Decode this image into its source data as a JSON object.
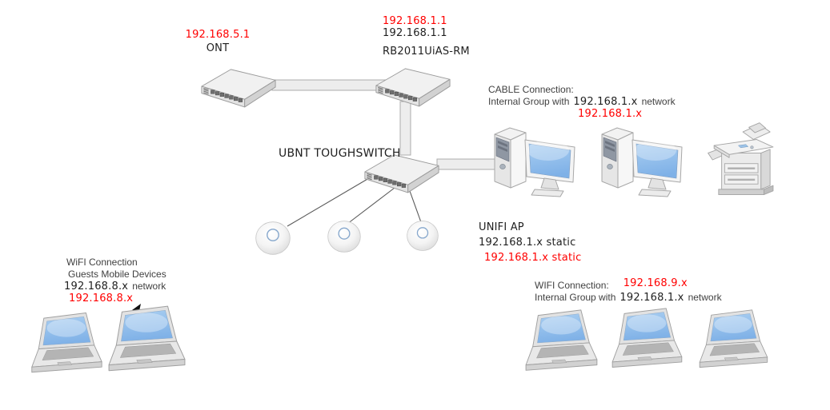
{
  "nodes": {
    "ont": {
      "ip_highlight": "192.168.5.1",
      "name": "ONT"
    },
    "router": {
      "ip_highlight": "192.168.1.1",
      "ip": "192.168.1.1",
      "name": "RB2011UiAS-RM"
    },
    "toughswitch": {
      "name": "UBNT TOUGHSWITCH"
    },
    "unifi_ap": {
      "name": "UNIFI AP",
      "ip": "192.168.1.x static",
      "ip_highlight": "192.168.1.x static"
    }
  },
  "annotations": {
    "cable_group": {
      "title": "CABLE Connection:",
      "desc_prefix": "Internal Group with",
      "desc_ip": "192.168.1.x",
      "desc_suffix": "network",
      "ip_highlight": "192.168.1.x"
    },
    "wifi_guest": {
      "title": "WiFI Connection",
      "subtitle": "Guests Mobile Devices",
      "network_ip": "192.168.8.x",
      "network_suffix": "network",
      "ip_highlight": "192.168.8.x"
    },
    "wifi_internal": {
      "title": "WIFI Connection:",
      "ip_highlight": "192.168.9.x",
      "desc_prefix": "Internal Group with",
      "desc_ip": "192.168.1.x",
      "desc_suffix": "network"
    }
  },
  "colors": {
    "highlight": "#ff0000",
    "text": "#404040",
    "comic_text": "#1f1f1f"
  }
}
